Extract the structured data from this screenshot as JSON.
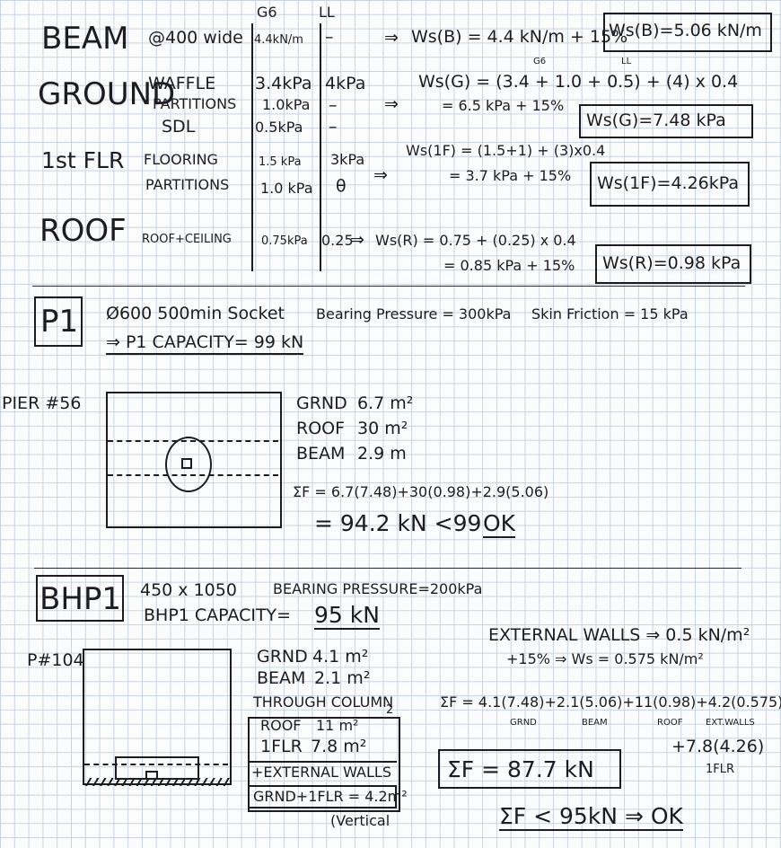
{
  "columns": {
    "gravity": "G6",
    "live": "LL"
  },
  "beam": {
    "label": "BEAM",
    "spec": "@400 wide",
    "g6": "4.4kN/m",
    "ll": "–",
    "arrow": "⇒",
    "calc": "Ws(B) = 4.4 kN/m + 15%",
    "result": "Ws(B)=5.06 kN/m"
  },
  "ground": {
    "label": "GROUND",
    "items": [
      {
        "name": "WAFFLE",
        "g6": "3.4kPa",
        "ll": "4kPa"
      },
      {
        "name": "PARTITIONS",
        "g6": "1.0kPa",
        "ll": "–"
      },
      {
        "name": "SDL",
        "g6": "0.5kPa",
        "ll": "–"
      }
    ],
    "arrow": "⇒",
    "calc_tags": {
      "g6": "G6",
      "ll": "LL"
    },
    "calc1": "Ws(G) = (3.4 + 1.0 + 0.5) + (4) x 0.4",
    "calc2": "= 6.5 kPa + 15%",
    "result": "Ws(G)=7.48 kPa"
  },
  "first_floor": {
    "label": "1st FLR",
    "items": [
      {
        "name": "FLOORING",
        "g6": "1.5 kPa",
        "ll": "3kPa"
      },
      {
        "name": "PARTITIONS",
        "g6": "1.0 kPa",
        "ll": "θ"
      }
    ],
    "arrow": "⇒",
    "calc1": "Ws(1F) = (1.5+1) + (3)x0.4",
    "calc2": "= 3.7 kPa + 15%",
    "result": "Ws(1F)=4.26kPa"
  },
  "roof": {
    "label": "ROOF",
    "items": [
      {
        "name": "ROOF+CEILING",
        "g6": "0.75kPa",
        "ll": "0.25"
      }
    ],
    "arrow": "⇒",
    "calc1": "Ws(R) = 0.75 + (0.25) x 0.4",
    "calc2": "= 0.85 kPa + 15%",
    "result": "Ws(R)=0.98 kPa"
  },
  "p1": {
    "label": "P1",
    "spec": "Ø600 500min Socket",
    "bearing": "Bearing Pressure = 300kPa",
    "skin": "Skin Friction = 15 kPa",
    "capacity": "⇒ P1 CAPACITY= 99 kN"
  },
  "pier56": {
    "label": "PIER #56",
    "areas": [
      {
        "name": "GRND",
        "value": "6.7 m²"
      },
      {
        "name": "ROOF",
        "value": "30 m²"
      },
      {
        "name": "BEAM",
        "value": "2.9 m"
      }
    ],
    "sum1": "ΣF = 6.7(7.48)+30(0.98)+2.9(5.06)",
    "sum2": "= 94.2 kN <99",
    "ok": "OK"
  },
  "bhp1": {
    "label": "BHP1",
    "size": "450 x 1050",
    "bearing": "BEARING PRESSURE=200kPa",
    "capacity_label": "BHP1 CAPACITY=",
    "capacity_value": "95 kN"
  },
  "p104": {
    "label": "P#104",
    "areas": [
      {
        "name": "GRND",
        "value": "4.1 m²"
      },
      {
        "name": "BEAM",
        "value": "2.1 m²"
      }
    ],
    "through": "THROUGH COLUMN",
    "through_num": "2",
    "boxed": [
      {
        "name": "ROOF",
        "value": "11 m²"
      },
      {
        "name": "1FLR",
        "value": "7.8 m²"
      }
    ],
    "external_walls": "+EXTERNAL WALLS",
    "grnd_1flr": "GRND+1FLR = 4.2m²",
    "vertical": "(Vertical"
  },
  "ext_walls": {
    "title": "EXTERNAL WALLS ⇒ 0.5 kN/m²",
    "line2": "+15% ⇒ Ws = 0.575 kN/m²",
    "sum": "ΣF = 4.1(7.48)+2.1(5.06)+11(0.98)+4.2(0.575)",
    "labels": {
      "grnd": "GRND",
      "beam": "BEAM",
      "roof": "ROOF",
      "ext": "EXT.WALLS"
    },
    "plus": "+7.8(4.26)",
    "flr": "1FLR",
    "result": "ΣF = 87.7 kN",
    "final": "ΣF < 95kN ⇒ OK"
  }
}
